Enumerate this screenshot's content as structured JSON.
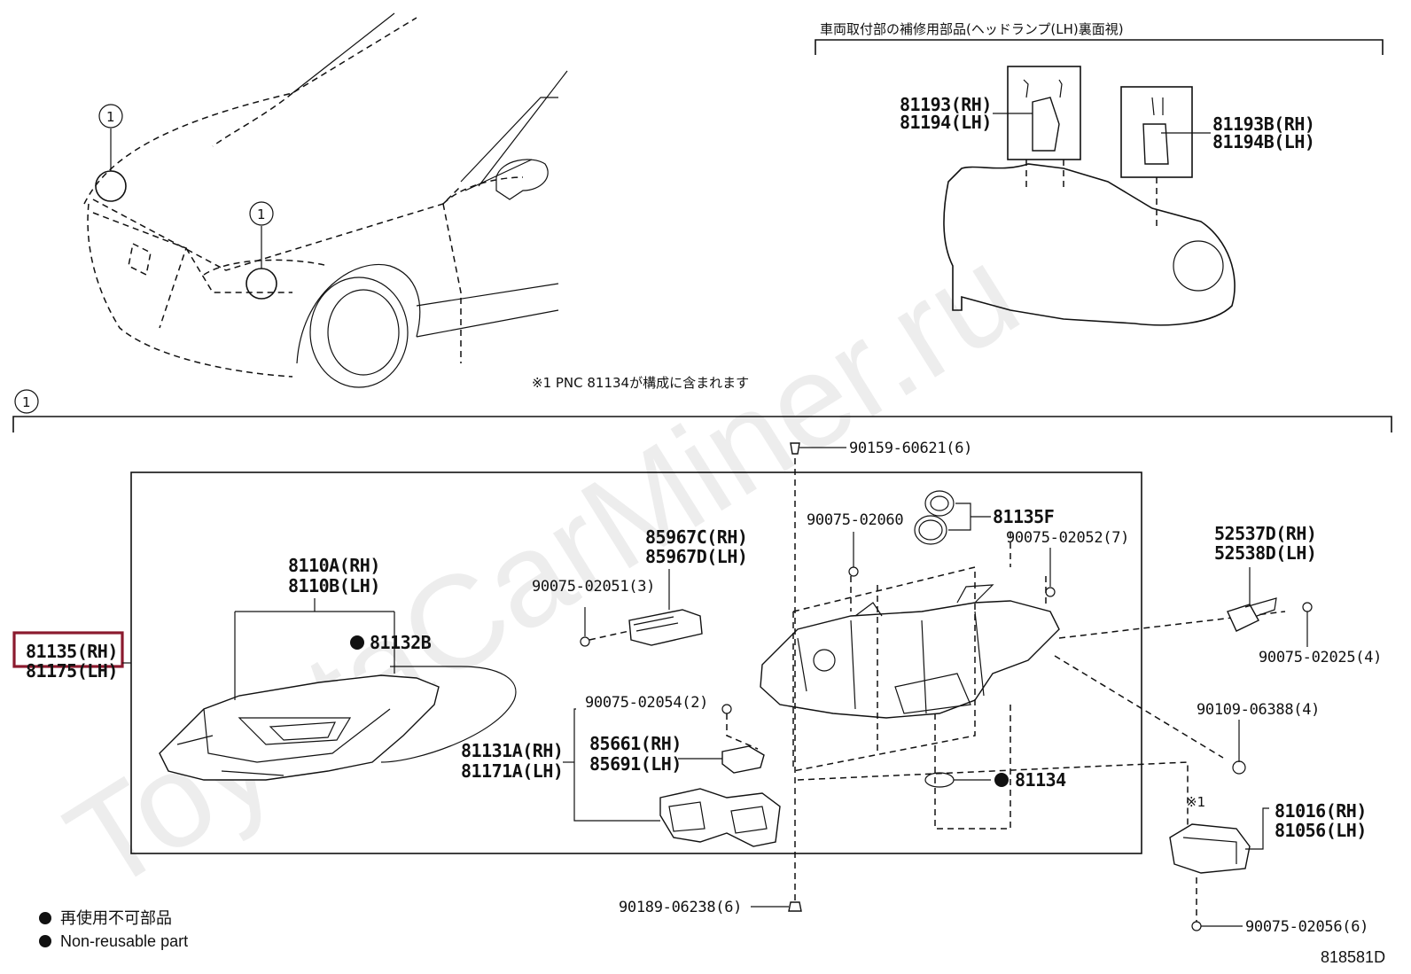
{
  "figure_id": "818581D",
  "watermark": "ToyotaCarMiner.ru",
  "callout_marker": "1",
  "upper_note": "車両取付部の補修用部品(ヘッドランプ(LH)裏面視)",
  "pnc_note": "※1 PNC 81134が構成に含まれます",
  "asterisk_mark": "※1",
  "highlighted_part": {
    "rh": "81135(RH)",
    "lh": "81175(LH)"
  },
  "parts": {
    "p81193": {
      "rh": "81193(RH)",
      "lh": "81194(LH)"
    },
    "p81193b": {
      "rh": "81193B(RH)",
      "lh": "81194B(LH)"
    },
    "p8110": {
      "rh": "8110A(RH)",
      "lh": "8110B(LH)"
    },
    "p81132b": "81132B",
    "p85967": {
      "rh": "85967C(RH)",
      "lh": "85967D(LH)"
    },
    "p90075_02051": "90075-02051(3)",
    "p90159": "90159-60621(6)",
    "p90075_02060": "90075-02060",
    "p81135f": "81135F",
    "p90075_02052": "90075-02052(7)",
    "p52537": {
      "rh": "52537D(RH)",
      "lh": "52538D(LH)"
    },
    "p90075_02025": "90075-02025(4)",
    "p90075_02054": "90075-02054(2)",
    "p81131": {
      "rh": "81131A(RH)",
      "lh": "81171A(LH)"
    },
    "p85661": {
      "rh": "85661(RH)",
      "lh": "85691(LH)"
    },
    "p81134": "81134",
    "p90109": "90109-06388(4)",
    "p81016": {
      "rh": "81016(RH)",
      "lh": "81056(LH)"
    },
    "p90189": "90189-06238(6)",
    "p90075_02056": "90075-02056(6)"
  },
  "legend": {
    "jp": "再使用不可部品",
    "en": "Non-reusable part"
  },
  "colors": {
    "highlight": "#8b1a2e",
    "ink": "#111111",
    "watermark": "#d9d9d9"
  }
}
